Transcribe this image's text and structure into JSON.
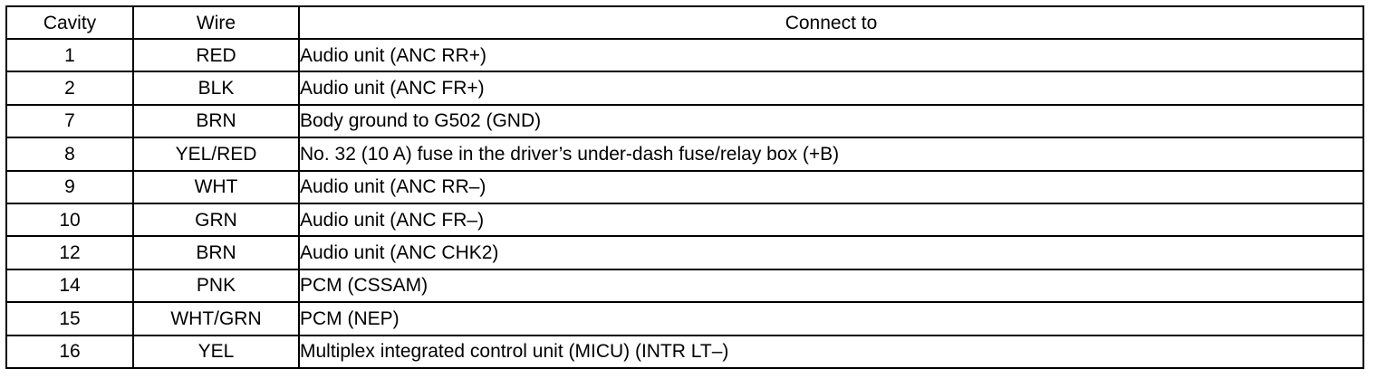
{
  "table": {
    "headers": [
      "Cavity",
      "Wire",
      "Connect to"
    ],
    "rows": [
      {
        "cavity": "1",
        "wire": "RED",
        "connect_to": "Audio unit (ANC RR+)"
      },
      {
        "cavity": "2",
        "wire": "BLK",
        "connect_to": "Audio unit (ANC FR+)"
      },
      {
        "cavity": "7",
        "wire": "BRN",
        "connect_to": "Body ground to G502 (GND)"
      },
      {
        "cavity": "8",
        "wire": "YEL/RED",
        "connect_to": "No. 32 (10 A) fuse in the driver’s under-dash fuse/relay box (+B)"
      },
      {
        "cavity": "9",
        "wire": "WHT",
        "connect_to": "Audio unit (ANC RR–)"
      },
      {
        "cavity": "10",
        "wire": "GRN",
        "connect_to": "Audio unit (ANC FR–)"
      },
      {
        "cavity": "12",
        "wire": "BRN",
        "connect_to": "Audio unit (ANC CHK2)"
      },
      {
        "cavity": "14",
        "wire": "PNK",
        "connect_to": "PCM (CSSAM)"
      },
      {
        "cavity": "15",
        "wire": "WHT/GRN",
        "connect_to": "PCM (NEP)"
      },
      {
        "cavity": "16",
        "wire": "YEL",
        "connect_to": "Multiplex integrated control unit (MICU) (INTR LT–)"
      }
    ]
  }
}
